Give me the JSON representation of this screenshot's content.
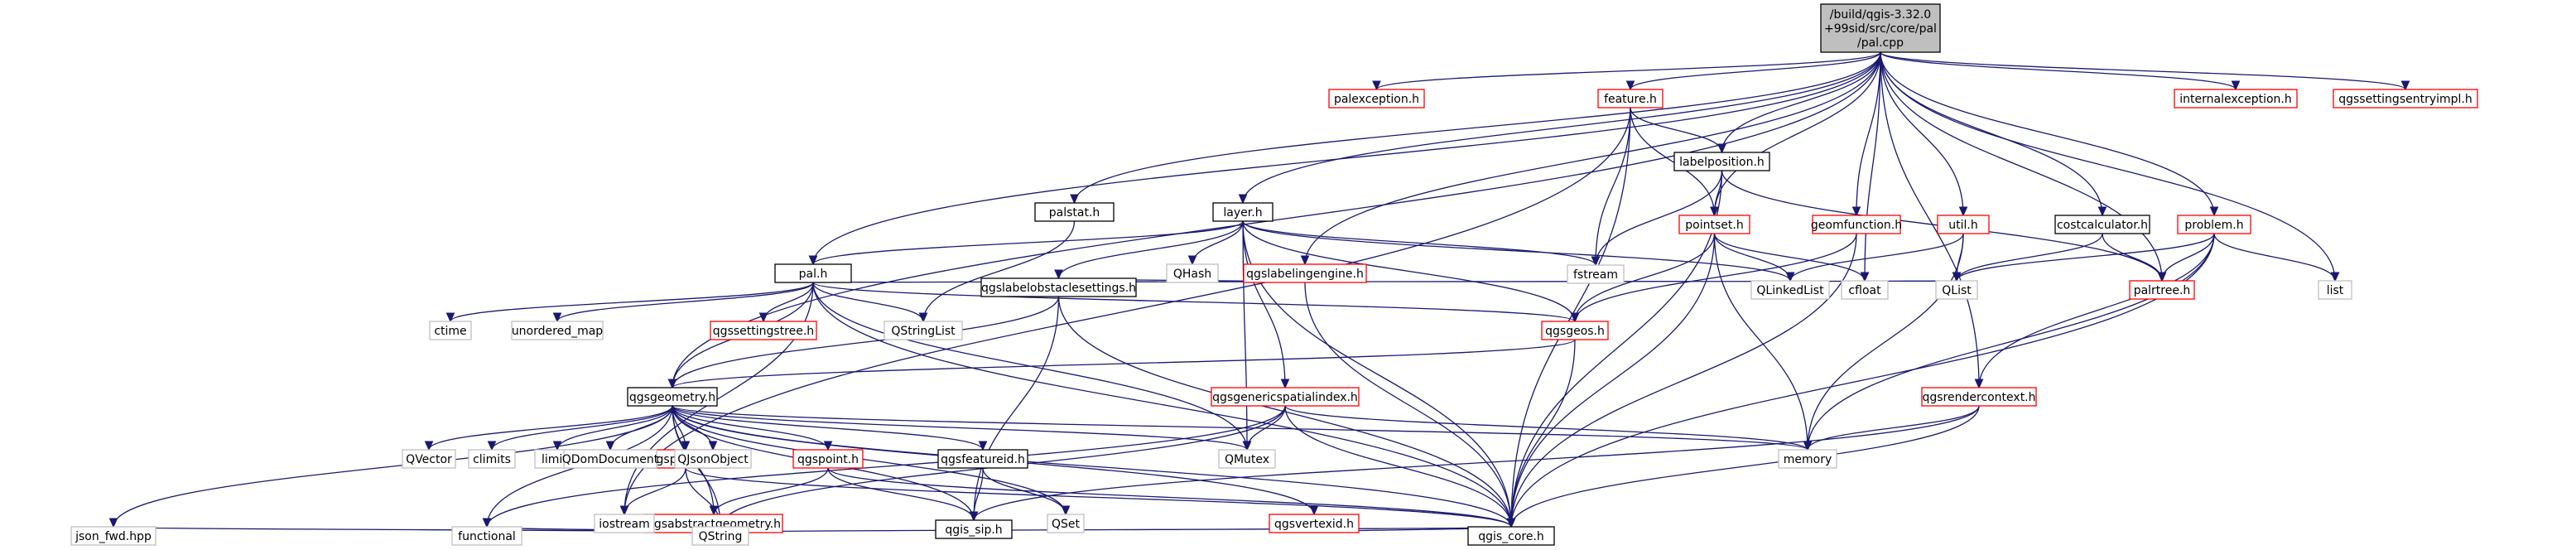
{
  "diagram": {
    "root": {
      "id": "pal_cpp",
      "lines": [
        "/build/qgis-3.32.0",
        "+99sid/src/core/pal",
        "/pal.cpp"
      ]
    },
    "nodes": [
      {
        "id": "pal_h",
        "label": "pal.h",
        "kind": "local"
      },
      {
        "id": "palstat_h",
        "label": "palstat.h",
        "kind": "local"
      },
      {
        "id": "palexception_h",
        "label": "palexception.h",
        "kind": "missing"
      },
      {
        "id": "layer_h",
        "label": "layer.h",
        "kind": "local"
      },
      {
        "id": "feature_h",
        "label": "feature.h",
        "kind": "missing"
      },
      {
        "id": "labelposition_h",
        "label": "labelposition.h",
        "kind": "local"
      },
      {
        "id": "pointset_h",
        "label": "pointset.h",
        "kind": "missing"
      },
      {
        "id": "geomfunction_h",
        "label": "geomfunction.h",
        "kind": "missing"
      },
      {
        "id": "util_h",
        "label": "util.h",
        "kind": "missing"
      },
      {
        "id": "costcalculator_h",
        "label": "costcalculator.h",
        "kind": "local"
      },
      {
        "id": "internalexception_h",
        "label": "internalexception.h",
        "kind": "missing"
      },
      {
        "id": "problem_h",
        "label": "problem.h",
        "kind": "missing"
      },
      {
        "id": "qgssettingsentryimpl_h",
        "label": "qgssettingsentryimpl.h",
        "kind": "missing"
      },
      {
        "id": "qgslabelingengine_h",
        "label": "qgslabelingengine.h",
        "kind": "missing"
      },
      {
        "id": "qgslabelobstaclesettings_h",
        "label": "qgslabelobstaclesettings.h",
        "kind": "local"
      },
      {
        "id": "qgsgeos_h",
        "label": "qgsgeos.h",
        "kind": "missing"
      },
      {
        "id": "qgsgeometry_h",
        "label": "qgsgeometry.h",
        "kind": "local"
      },
      {
        "id": "qgssettingstree_h",
        "label": "qgssettingstree.h",
        "kind": "missing"
      },
      {
        "id": "qgsgenericspatialindex_h",
        "label": "qgsgenericspatialindex.h",
        "kind": "missing"
      },
      {
        "id": "qgsrendercontext_h",
        "label": "qgsrendercontext.h",
        "kind": "missing"
      },
      {
        "id": "qgspointxy_h",
        "label": "qgspointxy.h",
        "kind": "missing"
      },
      {
        "id": "qgspoint_h",
        "label": "qgspoint.h",
        "kind": "missing"
      },
      {
        "id": "qgsfeatureid_h",
        "label": "qgsfeatureid.h",
        "kind": "local"
      },
      {
        "id": "qgsabstractgeometry_h",
        "label": "qgsabstractgeometry.h",
        "kind": "missing"
      },
      {
        "id": "qgsvertexid_h",
        "label": "qgsvertexid.h",
        "kind": "missing"
      },
      {
        "id": "qgis_sip_h",
        "label": "qgis_sip.h",
        "kind": "local"
      },
      {
        "id": "qgis_core_h",
        "label": "qgis_core.h",
        "kind": "local"
      },
      {
        "id": "palrtree_h",
        "label": "palrtree.h",
        "kind": "missing"
      },
      {
        "id": "QList",
        "label": "QList",
        "kind": "system"
      },
      {
        "id": "list",
        "label": "list",
        "kind": "system"
      },
      {
        "id": "QHash",
        "label": "QHash",
        "kind": "system"
      },
      {
        "id": "fstream",
        "label": "fstream",
        "kind": "system"
      },
      {
        "id": "QStringList",
        "label": "QStringList",
        "kind": "system"
      },
      {
        "id": "ctime",
        "label": "ctime",
        "kind": "system"
      },
      {
        "id": "unordered_map",
        "label": "unordered_map",
        "kind": "system"
      },
      {
        "id": "QLinkedList",
        "label": "QLinkedList",
        "kind": "system"
      },
      {
        "id": "cfloat",
        "label": "cfloat",
        "kind": "system"
      },
      {
        "id": "memory",
        "label": "memory",
        "kind": "system"
      },
      {
        "id": "QMutex",
        "label": "QMutex",
        "kind": "system"
      },
      {
        "id": "QVector",
        "label": "QVector",
        "kind": "system"
      },
      {
        "id": "climits",
        "label": "climits",
        "kind": "system"
      },
      {
        "id": "limits",
        "label": "limits",
        "kind": "system"
      },
      {
        "id": "QDomDocument",
        "label": "QDomDocument",
        "kind": "system"
      },
      {
        "id": "QJsonObject",
        "label": "QJsonObject",
        "kind": "system"
      },
      {
        "id": "QSet",
        "label": "QSet",
        "kind": "system"
      },
      {
        "id": "iostream",
        "label": "iostream",
        "kind": "system"
      },
      {
        "id": "functional",
        "label": "functional",
        "kind": "system"
      },
      {
        "id": "QString",
        "label": "QString",
        "kind": "system"
      },
      {
        "id": "json_fwd_hpp",
        "label": "json_fwd.hpp",
        "kind": "system"
      }
    ],
    "edges": [
      [
        "pal_cpp",
        "pal_h"
      ],
      [
        "pal_cpp",
        "palstat_h"
      ],
      [
        "pal_cpp",
        "palexception_h"
      ],
      [
        "pal_cpp",
        "layer_h"
      ],
      [
        "pal_cpp",
        "feature_h"
      ],
      [
        "pal_cpp",
        "labelposition_h"
      ],
      [
        "pal_cpp",
        "pointset_h"
      ],
      [
        "pal_cpp",
        "geomfunction_h"
      ],
      [
        "pal_cpp",
        "util_h"
      ],
      [
        "pal_cpp",
        "costcalculator_h"
      ],
      [
        "pal_cpp",
        "internalexception_h"
      ],
      [
        "pal_cpp",
        "problem_h"
      ],
      [
        "pal_cpp",
        "qgssettingsentryimpl_h"
      ],
      [
        "pal_cpp",
        "qgslabelingengine_h"
      ],
      [
        "pal_cpp",
        "qgsgeometry_h"
      ],
      [
        "pal_cpp",
        "qgsrendercontext_h"
      ],
      [
        "pal_cpp",
        "cfloat"
      ],
      [
        "pal_cpp",
        "list"
      ],
      [
        "pal_cpp",
        "palrtree_h"
      ],
      [
        "palstat_h",
        "QStringList"
      ],
      [
        "feature_h",
        "iostream"
      ],
      [
        "feature_h",
        "fstream"
      ],
      [
        "feature_h",
        "labelposition_h"
      ],
      [
        "feature_h",
        "pointset_h"
      ],
      [
        "feature_h",
        "qgis_core_h"
      ],
      [
        "layer_h",
        "pal_h"
      ],
      [
        "layer_h",
        "QHash"
      ],
      [
        "layer_h",
        "qgslabelobstaclesettings_h"
      ],
      [
        "layer_h",
        "qgsgeos_h"
      ],
      [
        "layer_h",
        "fstream"
      ],
      [
        "layer_h",
        "QLinkedList"
      ],
      [
        "layer_h",
        "qgsgenericspatialindex_h"
      ],
      [
        "layer_h",
        "QMutex"
      ],
      [
        "layer_h",
        "qgis_core_h"
      ],
      [
        "labelposition_h",
        "fstream"
      ],
      [
        "labelposition_h",
        "pointset_h"
      ],
      [
        "labelposition_h",
        "palrtree_h"
      ],
      [
        "labelposition_h",
        "qgis_core_h"
      ],
      [
        "pal_h",
        "ctime"
      ],
      [
        "pal_h",
        "unordered_map"
      ],
      [
        "pal_h",
        "qgssettingstree_h"
      ],
      [
        "pal_h",
        "QStringList"
      ],
      [
        "pal_h",
        "qgsgeometry_h"
      ],
      [
        "pal_h",
        "qgsgeos_h"
      ],
      [
        "pal_h",
        "QList"
      ],
      [
        "pal_h",
        "iostream"
      ],
      [
        "pal_h",
        "QMutex"
      ],
      [
        "pal_h",
        "qgis_core_h"
      ],
      [
        "qgslabelingengine_h",
        "qgslabelobstaclesettings_h"
      ],
      [
        "qgslabelingengine_h",
        "qgis_core_h"
      ],
      [
        "pointset_h",
        "qgsgeos_h"
      ],
      [
        "pointset_h",
        "QLinkedList"
      ],
      [
        "pointset_h",
        "cfloat"
      ],
      [
        "pointset_h",
        "memory"
      ],
      [
        "pointset_h",
        "qgis_core_h"
      ],
      [
        "geomfunction_h",
        "qgsgeos_h"
      ],
      [
        "geomfunction_h",
        "qgis_core_h"
      ],
      [
        "util_h",
        "QList"
      ],
      [
        "util_h",
        "QLinkedList"
      ],
      [
        "util_h",
        "memory"
      ],
      [
        "costcalculator_h",
        "QList"
      ],
      [
        "costcalculator_h",
        "palrtree_h"
      ],
      [
        "problem_h",
        "QList"
      ],
      [
        "problem_h",
        "list"
      ],
      [
        "problem_h",
        "palrtree_h"
      ],
      [
        "problem_h",
        "qgsrendercontext_h"
      ],
      [
        "problem_h",
        "memory"
      ],
      [
        "problem_h",
        "qgis_core_h"
      ],
      [
        "qgslabelobstaclesettings_h",
        "qgsgeometry_h"
      ],
      [
        "qgslabelobstaclesettings_h",
        "qgis_sip_h"
      ],
      [
        "qgslabelobstaclesettings_h",
        "qgis_core_h"
      ],
      [
        "qgsgeos_h",
        "qgsgeometry_h"
      ],
      [
        "qgsgeos_h",
        "qgis_core_h"
      ],
      [
        "qgsgenericspatialindex_h",
        "memory"
      ],
      [
        "qgsgenericspatialindex_h",
        "QMutex"
      ],
      [
        "qgsgenericspatialindex_h",
        "functional"
      ],
      [
        "qgsgenericspatialindex_h",
        "QString"
      ],
      [
        "qgsgenericspatialindex_h",
        "qgis_core_h"
      ],
      [
        "qgsrendercontext_h",
        "memory"
      ],
      [
        "qgsrendercontext_h",
        "qgis_sip_h"
      ],
      [
        "qgsrendercontext_h",
        "qgis_core_h"
      ],
      [
        "qgsgeometry_h",
        "QVector"
      ],
      [
        "qgsgeometry_h",
        "climits"
      ],
      [
        "qgsgeometry_h",
        "limits"
      ],
      [
        "qgsgeometry_h",
        "QDomDocument"
      ],
      [
        "qgsgeometry_h",
        "QJsonObject"
      ],
      [
        "qgsgeometry_h",
        "qgspointxy_h"
      ],
      [
        "qgsgeometry_h",
        "qgspoint_h"
      ],
      [
        "qgsgeometry_h",
        "qgsfeatureid_h"
      ],
      [
        "qgsgeometry_h",
        "QMutex"
      ],
      [
        "qgsgeometry_h",
        "memory"
      ],
      [
        "qgsgeometry_h",
        "qgsvertexid_h"
      ],
      [
        "qgsgeometry_h",
        "QSet"
      ],
      [
        "qgsgeometry_h",
        "qgis_sip_h"
      ],
      [
        "qgsgeometry_h",
        "qgis_core_h"
      ],
      [
        "qgsgeometry_h",
        "qgsabstractgeometry_h"
      ],
      [
        "qgsgeometry_h",
        "QString"
      ],
      [
        "qgsgeometry_h",
        "json_fwd_hpp"
      ],
      [
        "qgsgeometry_h",
        "functional"
      ],
      [
        "qgspointxy_h",
        "iostream"
      ],
      [
        "qgspointxy_h",
        "QString"
      ],
      [
        "qgspointxy_h",
        "qgis_core_h"
      ],
      [
        "qgspoint_h",
        "qgsabstractgeometry_h"
      ],
      [
        "qgspoint_h",
        "qgis_sip_h"
      ],
      [
        "qgspoint_h",
        "qgis_core_h"
      ],
      [
        "qgsfeatureid_h",
        "qgis_sip_h"
      ],
      [
        "qgsfeatureid_h",
        "QSet"
      ],
      [
        "qgsabstractgeometry_h",
        "json_fwd_hpp"
      ],
      [
        "qgsabstractgeometry_h",
        "functional"
      ],
      [
        "qgsabstractgeometry_h",
        "QString"
      ],
      [
        "qgsabstractgeometry_h",
        "qgis_core_h"
      ],
      [
        "qgsvertexid_h",
        "qgis_core_h"
      ]
    ]
  }
}
